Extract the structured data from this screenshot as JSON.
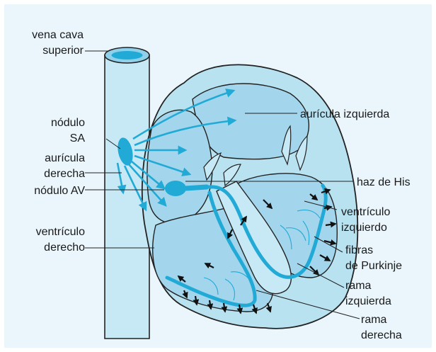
{
  "labels": {
    "vena_cava_line1": "vena cava",
    "vena_cava_line2": "superior",
    "nodulo_sa_line1": "nódulo",
    "nodulo_sa_line2": "SA",
    "auricula_derecha_line1": "aurícula",
    "auricula_derecha_line2": "derecha",
    "nodulo_av": "nódulo AV",
    "ventriculo_derecho_line1": "ventrículo",
    "ventriculo_derecho_line2": "derecho",
    "auricula_izquierda": "aurícula izquierda",
    "haz_de_his": "haz de His",
    "ventriculo_izquierdo_line1": "ventrículo",
    "ventriculo_izquierdo_line2": "izquierdo",
    "fibras_purkinje_line1": "fibras",
    "fibras_purkinje_line2": "de Purkinje",
    "rama_izquierda_line1": "rama",
    "rama_izquierda_line2": "izquierda",
    "rama_derecha_line1": "rama",
    "rama_derecha_line2": "derecha"
  },
  "colors": {
    "background": "#eaf6fc",
    "heart_fill": "#b9e2f1",
    "chamber_fill": "#a3d6ec",
    "vessel_fill": "#c7e9f5",
    "conduction": "#22aad6",
    "outline": "#222222",
    "arrow_dark": "#111111"
  }
}
